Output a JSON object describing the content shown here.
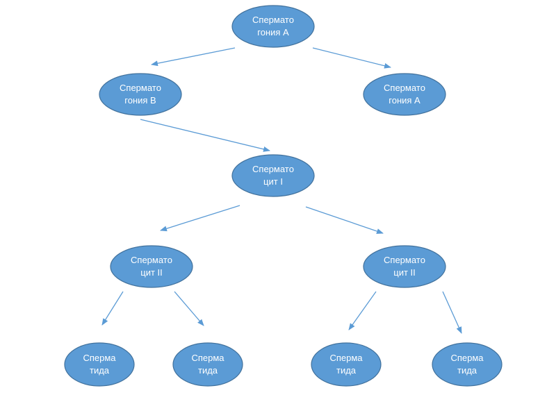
{
  "colors": {
    "node_fill": "#5b9bd5",
    "node_stroke": "#41719c",
    "edge": "#5b9bd5",
    "text": "#ffffff"
  },
  "nodes": [
    {
      "id": "root",
      "line1": "Сперматo",
      "line2": "гония А"
    },
    {
      "id": "l1-left",
      "line1": "Сперматo",
      "line2": "гония В"
    },
    {
      "id": "l1-right",
      "line1": "Сперматo",
      "line2": "гония А"
    },
    {
      "id": "l2",
      "line1": "Сперматo",
      "line2": "цит I"
    },
    {
      "id": "l3-left",
      "line1": "Сперматo",
      "line2": "цит II"
    },
    {
      "id": "l3-right",
      "line1": "Сперматo",
      "line2": "цит II"
    },
    {
      "id": "leaf-1",
      "line1": "Сперма",
      "line2": "тида"
    },
    {
      "id": "leaf-2",
      "line1": "Сперма",
      "line2": "тида"
    },
    {
      "id": "leaf-3",
      "line1": "Сперма",
      "line2": "тида"
    },
    {
      "id": "leaf-4",
      "line1": "Сперма",
      "line2": "тида"
    }
  ],
  "edges": [
    {
      "from": "root",
      "to": "l1-left"
    },
    {
      "from": "root",
      "to": "l1-right"
    },
    {
      "from": "l1-left",
      "to": "l2"
    },
    {
      "from": "l2",
      "to": "l3-left"
    },
    {
      "from": "l2",
      "to": "l3-right"
    },
    {
      "from": "l3-left",
      "to": "leaf-1"
    },
    {
      "from": "l3-left",
      "to": "leaf-2"
    },
    {
      "from": "l3-right",
      "to": "leaf-3"
    },
    {
      "from": "l3-right",
      "to": "leaf-4"
    }
  ]
}
